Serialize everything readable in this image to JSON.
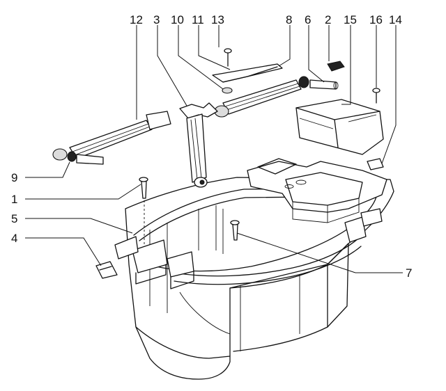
{
  "callouts": [
    {
      "id": "c12",
      "label": "12"
    },
    {
      "id": "c3",
      "label": "3"
    },
    {
      "id": "c10",
      "label": "10"
    },
    {
      "id": "c11",
      "label": "11"
    },
    {
      "id": "c13",
      "label": "13"
    },
    {
      "id": "c8",
      "label": "8"
    },
    {
      "id": "c6",
      "label": "6"
    },
    {
      "id": "c2",
      "label": "2"
    },
    {
      "id": "c15",
      "label": "15"
    },
    {
      "id": "c16",
      "label": "16"
    },
    {
      "id": "c14",
      "label": "14"
    },
    {
      "id": "c9",
      "label": "9"
    },
    {
      "id": "c1",
      "label": "1"
    },
    {
      "id": "c5",
      "label": "5"
    },
    {
      "id": "c4",
      "label": "4"
    },
    {
      "id": "c7",
      "label": "7"
    }
  ]
}
